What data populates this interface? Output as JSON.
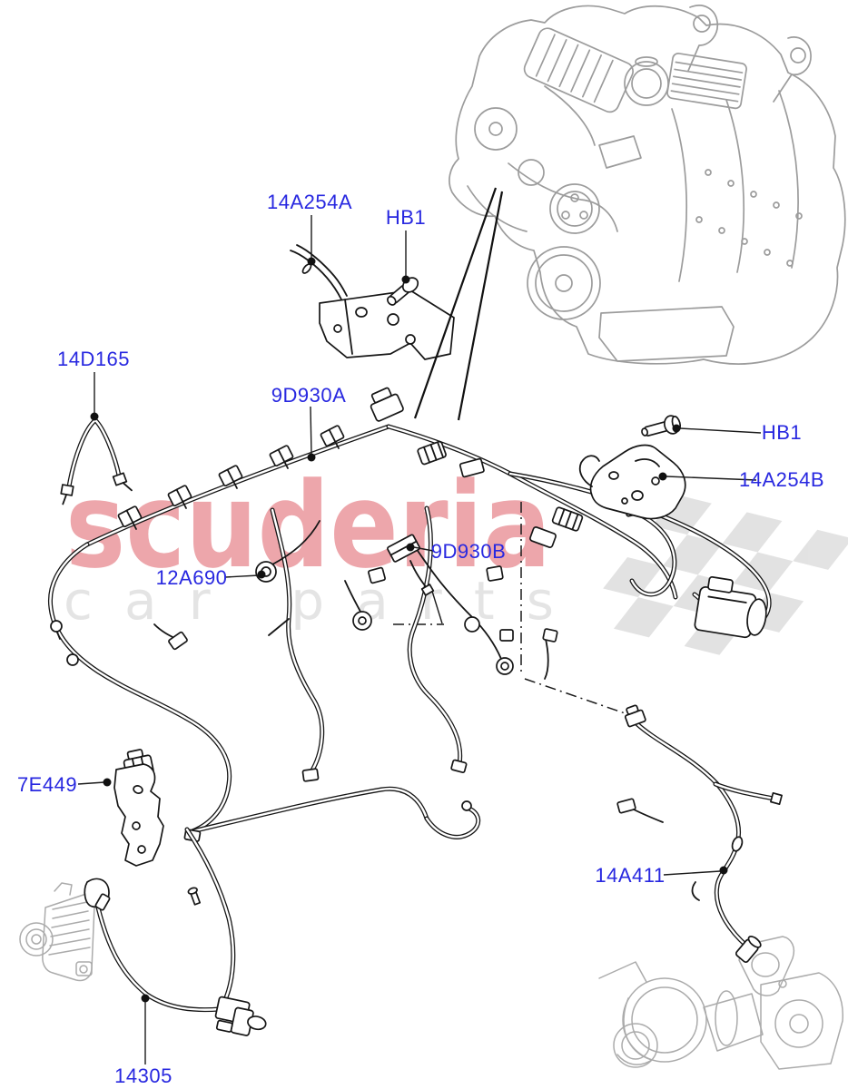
{
  "watermark": {
    "brand": "scuderia",
    "subtext": "car parts"
  },
  "colors": {
    "label": "#2828e0",
    "watermark_brand": "#eda6ab",
    "watermark_sub": "#e4e4e4",
    "line_art": "#1a1a1a",
    "ghost_art": "#9c9c9c"
  },
  "labels": {
    "p14a254a": {
      "text": "14A254A"
    },
    "hb1_top": {
      "text": "HB1"
    },
    "p14d165": {
      "text": "14D165"
    },
    "p9d930a": {
      "text": "9D930A"
    },
    "hb1_right": {
      "text": "HB1"
    },
    "p14a254b": {
      "text": "14A254B"
    },
    "p9d930b": {
      "text": "9D930B"
    },
    "p12a690": {
      "text": "12A690"
    },
    "p7e449": {
      "text": "7E449"
    },
    "p14a411": {
      "text": "14A411"
    },
    "p14305": {
      "text": "14305"
    }
  }
}
